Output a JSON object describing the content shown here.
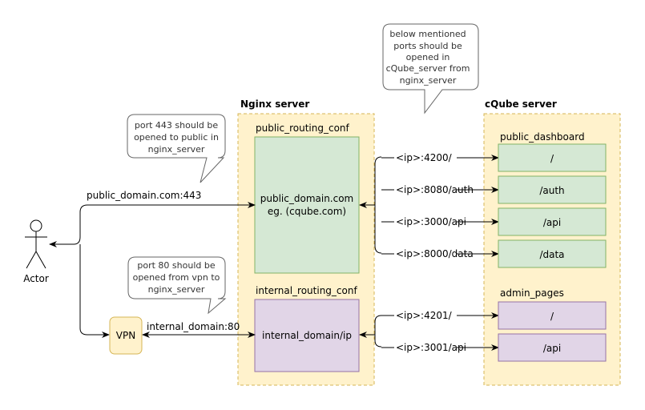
{
  "colors": {
    "server_fill": "#fff2cc",
    "server_stroke": "#d6b656",
    "public_fill": "#d5e8d4",
    "public_stroke": "#82b366",
    "internal_fill": "#e1d5e7",
    "internal_stroke": "#9673a6",
    "note_fill": "#ffffff",
    "note_stroke": "#666666"
  },
  "actor": {
    "label": "Actor"
  },
  "vpn": {
    "label": "VPN"
  },
  "edges": {
    "public_domain": "public_domain.com:443",
    "internal_domain": "internal_domain:80"
  },
  "nginx": {
    "title": "Nginx server",
    "public_conf": {
      "title": "public_routing_conf",
      "line1": "public_domain.com",
      "line2": "eg. (cqube.com)"
    },
    "internal_conf": {
      "title": "internal_routing_conf",
      "label": "internal_domain/ip"
    }
  },
  "cqube": {
    "title": "cQube server",
    "public_dashboard": {
      "title": "public_dashboard",
      "routes": [
        {
          "port": "<ip>:4200/",
          "path": "/"
        },
        {
          "port": "<ip>:8080/auth",
          "path": "/auth"
        },
        {
          "port": "<ip>:3000/api",
          "path": "/api"
        },
        {
          "port": "<ip>:8000/data",
          "path": "/data"
        }
      ]
    },
    "admin_pages": {
      "title": "admin_pages",
      "routes": [
        {
          "port": "<ip>:4201/",
          "path": "/"
        },
        {
          "port": "<ip>:3001/api",
          "path": "/api"
        }
      ]
    }
  },
  "notes": {
    "port443": [
      "port 443 should be",
      "opened to public in",
      "nginx_server"
    ],
    "port80": [
      "port 80 should be",
      "opened from vpn to",
      "nginx_server"
    ],
    "ports": [
      "below mentioned",
      "ports should be",
      "opened in",
      "cQube_server from",
      "nginx_server"
    ]
  }
}
